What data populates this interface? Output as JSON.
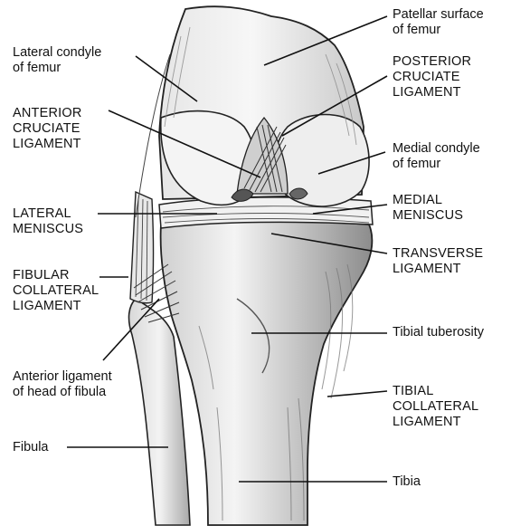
{
  "labels": {
    "patellar_surface": "Patellar surface\nof femur",
    "lateral_condyle": "Lateral condyle\nof femur",
    "posterior_cruciate": "POSTERIOR\nCRUCIATE\nLIGAMENT",
    "anterior_cruciate": "ANTERIOR\nCRUCIATE\nLIGAMENT",
    "medial_condyle": "Medial condyle\nof femur",
    "lateral_meniscus": "LATERAL\nMENISCUS",
    "medial_meniscus": "MEDIAL\nMENISCUS",
    "transverse_ligament": "TRANSVERSE\nLIGAMENT",
    "fibular_collateral": "FIBULAR\nCOLLATERAL\nLIGAMENT",
    "tibial_tuberosity": "Tibial tuberosity",
    "anterior_ligament_fibula": "Anterior ligament\nof head of fibula",
    "tibial_collateral": "TIBIAL\nCOLLATERAL\nLIGAMENT",
    "fibula": "Fibula",
    "tibia": "Tibia"
  },
  "colors": {
    "ink": "#111111",
    "bone_light": "#f2f2f2",
    "bone_shade": "#bdbdbd",
    "bone_dark": "#7a7a7a",
    "background": "#ffffff"
  }
}
